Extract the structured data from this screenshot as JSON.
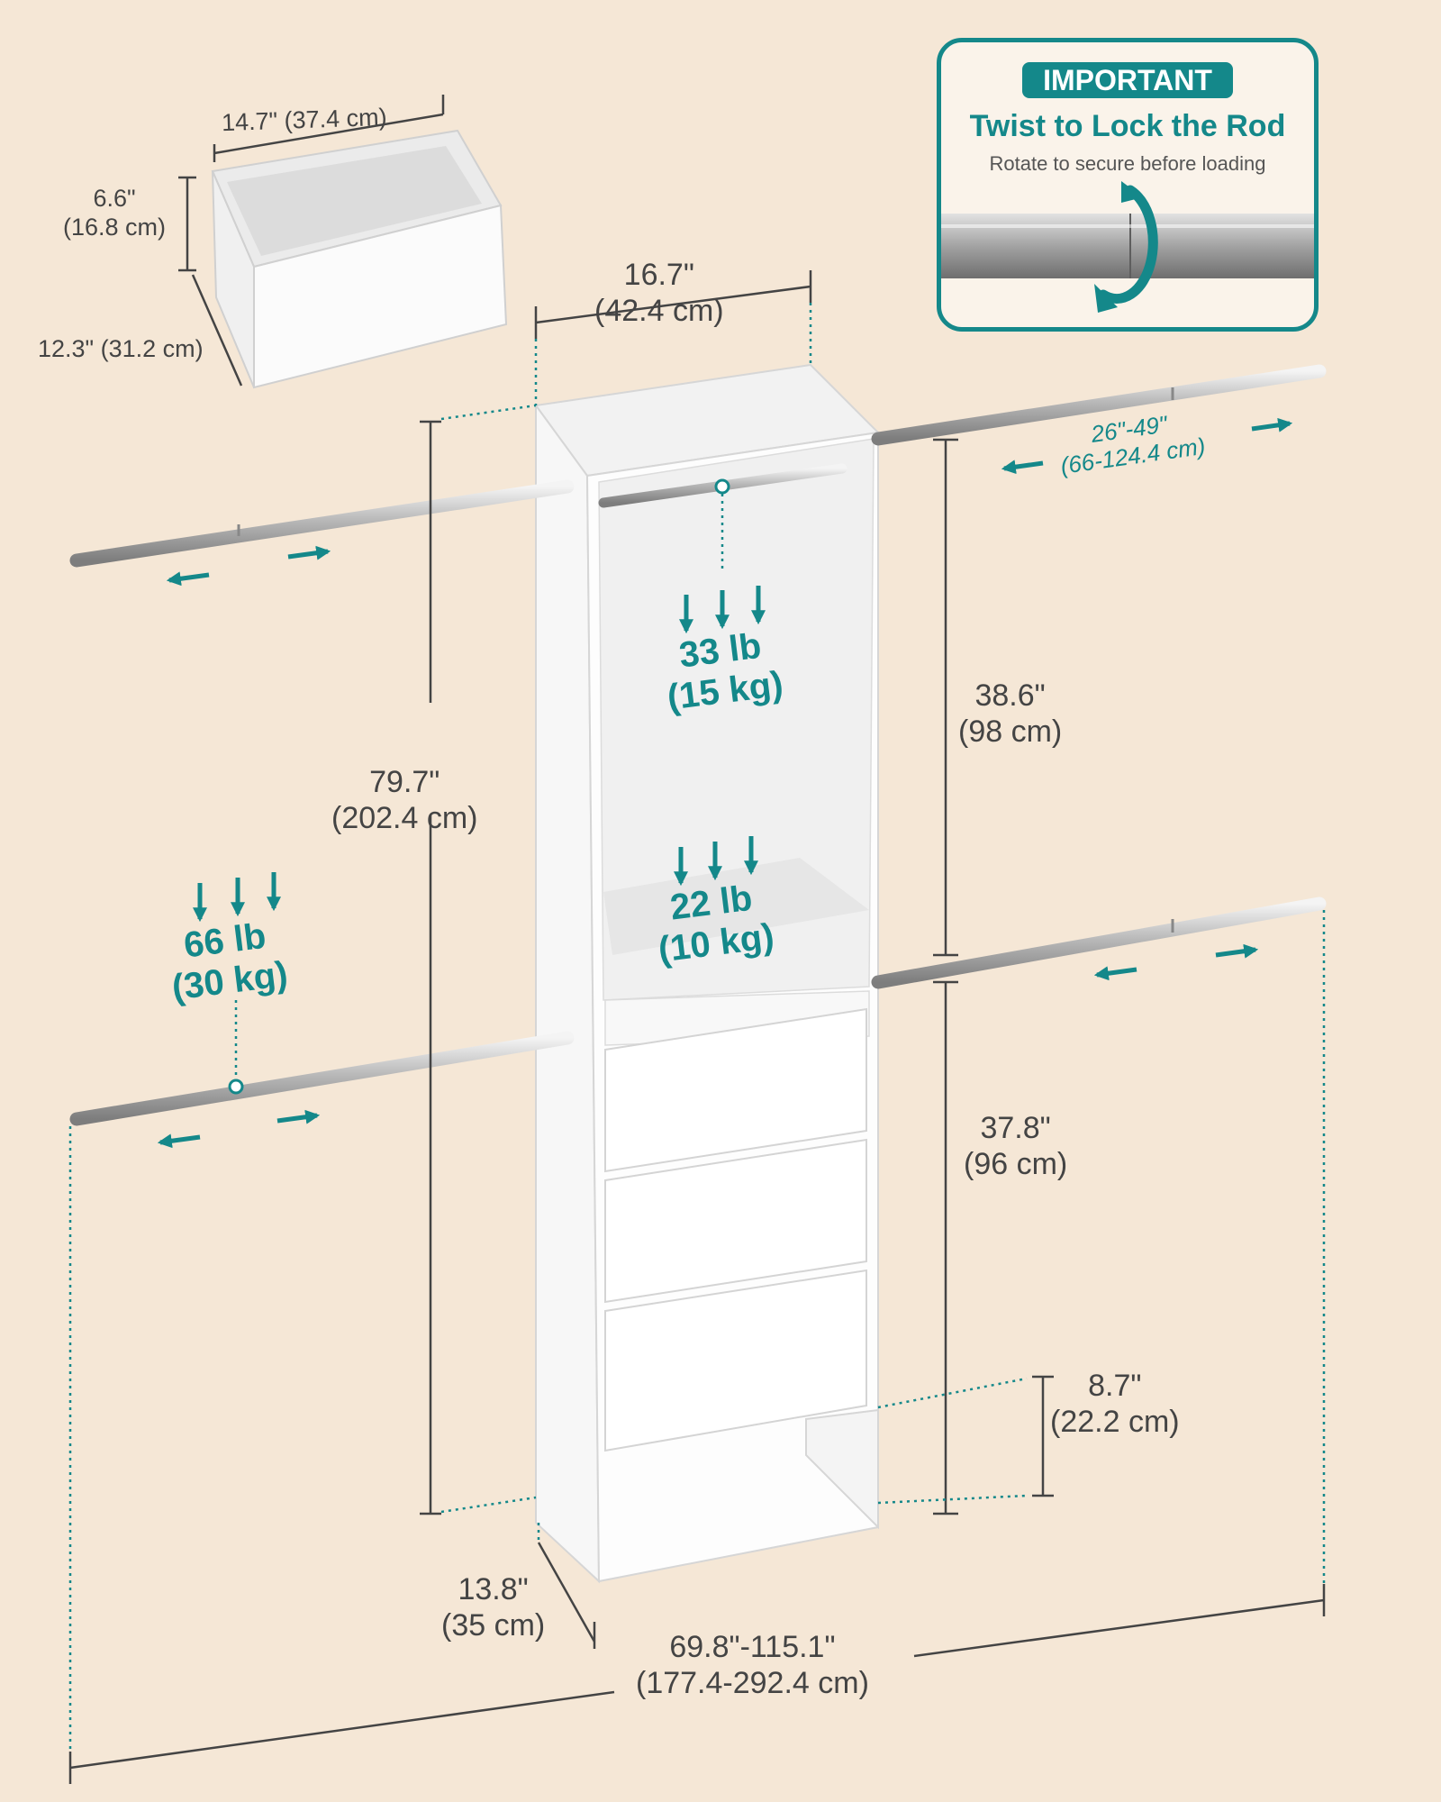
{
  "callout": {
    "badge": "IMPORTANT",
    "title": "Twist to Lock the Rod",
    "subtitle": "Rotate to secure before loading"
  },
  "drawer": {
    "width": "14.7\" (37.4 cm)",
    "height_in": "6.6\"",
    "height_cm": "(16.8 cm)",
    "depth": "12.3\" (31.2 cm)"
  },
  "tower": {
    "width_in": "16.7\"",
    "width_cm": "(42.4 cm)",
    "height_in": "79.7\"",
    "height_cm": "(202.4 cm)",
    "depth_in": "13.8\"",
    "depth_cm": "(35 cm)"
  },
  "rod": {
    "range_in": "26\"-49\"",
    "range_cm": "(66-124.4 cm)"
  },
  "clearances": {
    "upper_in": "38.6\"",
    "upper_cm": "(98 cm)",
    "lower_in": "37.8\"",
    "lower_cm": "(96 cm)",
    "base_in": "8.7\"",
    "base_cm": "(22.2 cm)"
  },
  "total_width": {
    "in": "69.8\"-115.1\"",
    "cm": "(177.4-292.4 cm)"
  },
  "loads": {
    "inner_rod_lb": "33 lb",
    "inner_rod_kg": "(15 kg)",
    "shelf_lb": "22 lb",
    "shelf_kg": "(10 kg)",
    "side_rod_lb": "66 lb",
    "side_rod_kg": "(30 kg)"
  },
  "colors": {
    "accent": "#14888a",
    "background": "#f5e7d6",
    "text": "#444444"
  }
}
